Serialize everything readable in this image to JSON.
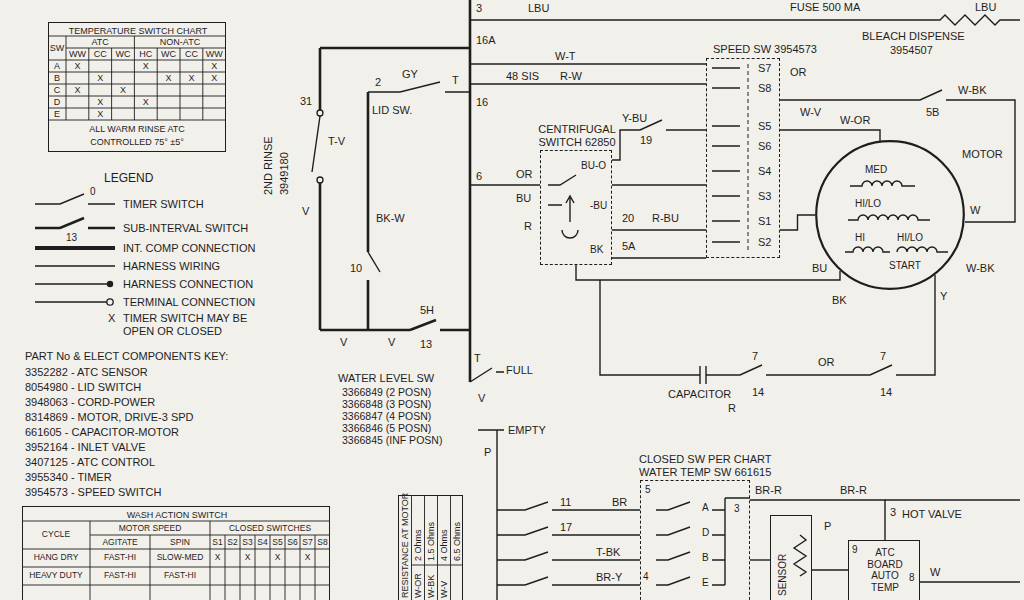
{
  "diagram": {
    "nodes": [
      {
        "text": [
          "TEMPERATURE SWITCH CHART"
        ]
      },
      {
        "text": [
          "SPEED SW 3954573"
        ]
      },
      {
        "text": [
          "CENTRIFUGAL SWITCH 62850"
        ]
      },
      {
        "text": [
          "MOTOR",
          "MED",
          "HI/LO",
          "HI",
          "HI/LO",
          "START"
        ]
      },
      {
        "text": [
          "CLOSED SW PER CHART WATER TEMP SW 661615"
        ]
      },
      {
        "text": [
          "SENSOR"
        ]
      },
      {
        "text": [
          "ATC BOARD AUTO TEMP"
        ]
      },
      {
        "text": [
          "WASH ACTION SWITCH"
        ]
      },
      {
        "text": [
          "RESISTANCE AT MOTOR"
        ]
      }
    ],
    "edges": [
      {
        "from": 2,
        "to": 1,
        "arrow": "none"
      },
      {
        "from": 1,
        "to": 3,
        "arrow": "none"
      },
      {
        "from": 4,
        "to": 6,
        "arrow": "none"
      },
      {
        "from": 5,
        "to": 6,
        "arrow": "none"
      },
      {
        "from": 4,
        "to": 5,
        "arrow": "none"
      }
    ],
    "labels": [
      "FUSE 500 MA",
      "LBU",
      "3",
      "LBU",
      "BLEACH DISPENSE",
      "3954507",
      "16A",
      "W-T",
      "48 SIS",
      "R-W",
      "OR",
      "GY",
      "2",
      "T",
      "16",
      "LID SW.",
      "31",
      "T-V",
      "V",
      "2ND RINSE",
      "3949180",
      "W-BK",
      "W-V",
      "W-OR",
      "5B",
      "Y-BU",
      "19",
      "6",
      "OR",
      "BU-O",
      "BU",
      "-BU",
      "R",
      "20",
      "R-BU",
      "5A",
      "BK",
      "W",
      "BU",
      "W-BK",
      "BK",
      "Y",
      "BK-W",
      "10",
      "V",
      "V",
      "5H",
      "13",
      "T",
      "FULL",
      "CAPACITOR",
      "R",
      "7",
      "14",
      "OR",
      "7",
      "14",
      "WATER LEVEL SW",
      "3366849 (2 POSN)",
      "3366848 (3 POSN)",
      "3366847 (4 POSN)",
      "3366846 (5 POSN)",
      "3366845 (INF POSN)",
      "V",
      "EMPTY",
      "P",
      "LEGEND",
      "0",
      "13",
      "X",
      "PART No & ELECT COMPONENTS KEY:",
      "3352282 - ATC SENSOR",
      "8054980 - LID SWITCH",
      "3948063 - CORD-POWER",
      "8314869 - MOTOR, DRIVE-3 SPD",
      "661605 - CAPACITOR-MOTOR",
      "3952164 - INLET VALVE",
      "3407125 - ATC CONTROL",
      "3955340 - TIMER",
      "3954573 - SPEED SWITCH",
      "SW",
      "ATC",
      "NON-ATC",
      "WW",
      "CC",
      "WC",
      "HC",
      "WC",
      "CC",
      "WW",
      "A",
      "B",
      "C",
      "D",
      "E",
      "X",
      "X",
      "X",
      "X",
      "X",
      "X",
      "X",
      "X",
      "X",
      "X",
      "X",
      "X",
      "ALL WARM RINSE ATC",
      "CONTROLLED 75° ±5°",
      "CYCLE",
      "MOTOR SPEED",
      "CLOSED SWITCHES",
      "AGITATE",
      "SPIN",
      "S1",
      "S2",
      "S3",
      "S4",
      "S5",
      "S6",
      "S7",
      "S8",
      "HANG DRY",
      "FAST-HI",
      "SLOW-MED",
      "X",
      "X",
      "X",
      "X",
      "HEAVY DUTY",
      "FAST-HI",
      "FAST-HI",
      "2 Ohms",
      "1.5 Ohms",
      "4 Ohms",
      "6.5 Ohms",
      "W-OR",
      "W-BK",
      "W-V",
      "11",
      "17",
      "T-BK",
      "BR-Y",
      "BR",
      "5",
      "A",
      "D",
      "B",
      "E",
      "3",
      "4",
      "BR-R",
      "BR-R",
      "P",
      "3",
      "HOT VALVE",
      "9",
      "8",
      "W",
      "S7",
      "S8",
      "S5",
      "S6",
      "S4",
      "S3",
      "S1",
      "S2"
    ],
    "legend": [
      {
        "text": "TIMER SWITCH"
      },
      {
        "text": "SUB-INTERVAL SWITCH"
      },
      {
        "text": "INT. COMP CONNECTION"
      },
      {
        "text": "HARNESS WIRING"
      },
      {
        "text": "HARNESS CONNECTION"
      },
      {
        "text": "TERMINAL CONNECTION"
      },
      {
        "text": "TIMER SWITCH MAY BE OPEN OR CLOSED"
      }
    ]
  }
}
